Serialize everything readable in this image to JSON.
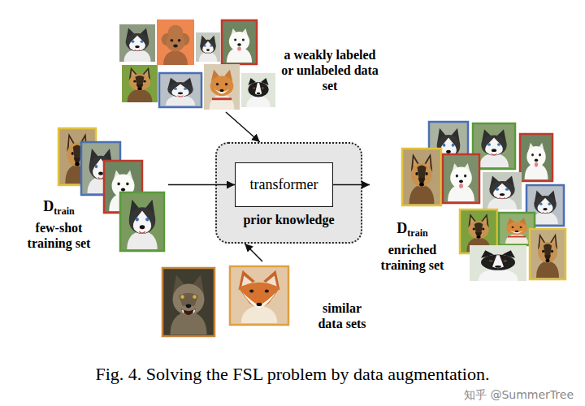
{
  "diagram": {
    "caption": "Fig. 4. Solving the FSL problem by data augmentation.",
    "nodes": [
      {
        "text": [
          "a weakly labeled or unlabeled data set"
        ]
      },
      {
        "text": [
          "few-shot training set",
          "D",
          "train"
        ]
      },
      {
        "text": [
          "prior knowledge"
        ]
      },
      {
        "text": [
          "transformer"
        ],
        "in": 2
      },
      {
        "text": [
          "enriched training set",
          "D",
          "train"
        ]
      },
      {
        "text": [
          "similar data sets"
        ]
      }
    ],
    "edges": [
      {
        "from": 0,
        "to": 2,
        "arrow": "to"
      },
      {
        "from": 1,
        "to": 3,
        "arrow": "to"
      },
      {
        "from": 3,
        "to": 4,
        "arrow": "to"
      },
      {
        "from": 5,
        "to": 2,
        "arrow": "to"
      }
    ],
    "labels": [
      "知乎 @SummerTree"
    ]
  }
}
